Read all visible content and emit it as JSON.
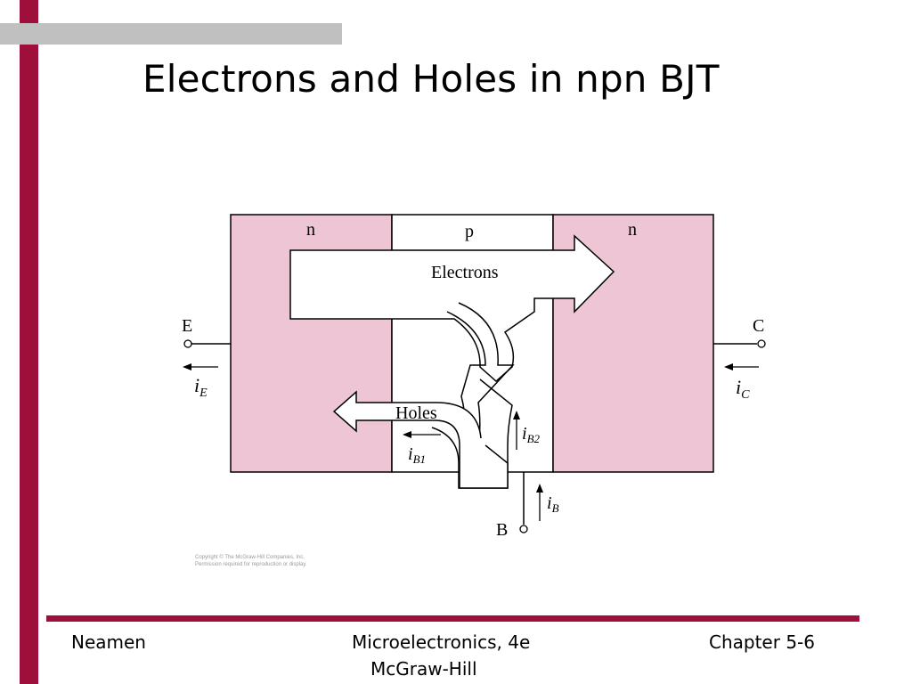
{
  "slide": {
    "title": "Electrons and Holes in npn BJT"
  },
  "diagram": {
    "regions": [
      "n",
      "p",
      "n"
    ],
    "electrons_label": "Electrons",
    "holes_label": "Holes",
    "emitter_label": "E",
    "collector_label": "C",
    "base_label": "B",
    "currents": {
      "iE": {
        "sym": "i",
        "sub": "E"
      },
      "iC": {
        "sym": "i",
        "sub": "C"
      },
      "iB": {
        "sym": "i",
        "sub": "B"
      },
      "iB1": {
        "sym": "i",
        "sub": "B1"
      },
      "iB2": {
        "sym": "i",
        "sub": "B2"
      }
    },
    "copyright_line1": "Copyright © The McGraw-Hill Companies, Inc.",
    "copyright_line2": "Permission required for reproduction or display.",
    "colors": {
      "n_region": "#eec5d4",
      "p_region": "#ffffff",
      "accent": "#9e0f3c"
    }
  },
  "footer": {
    "author": "Neamen",
    "book": "Microelectronics, 4e",
    "publisher": "McGraw-Hill",
    "chapter": "Chapter 5-6"
  }
}
